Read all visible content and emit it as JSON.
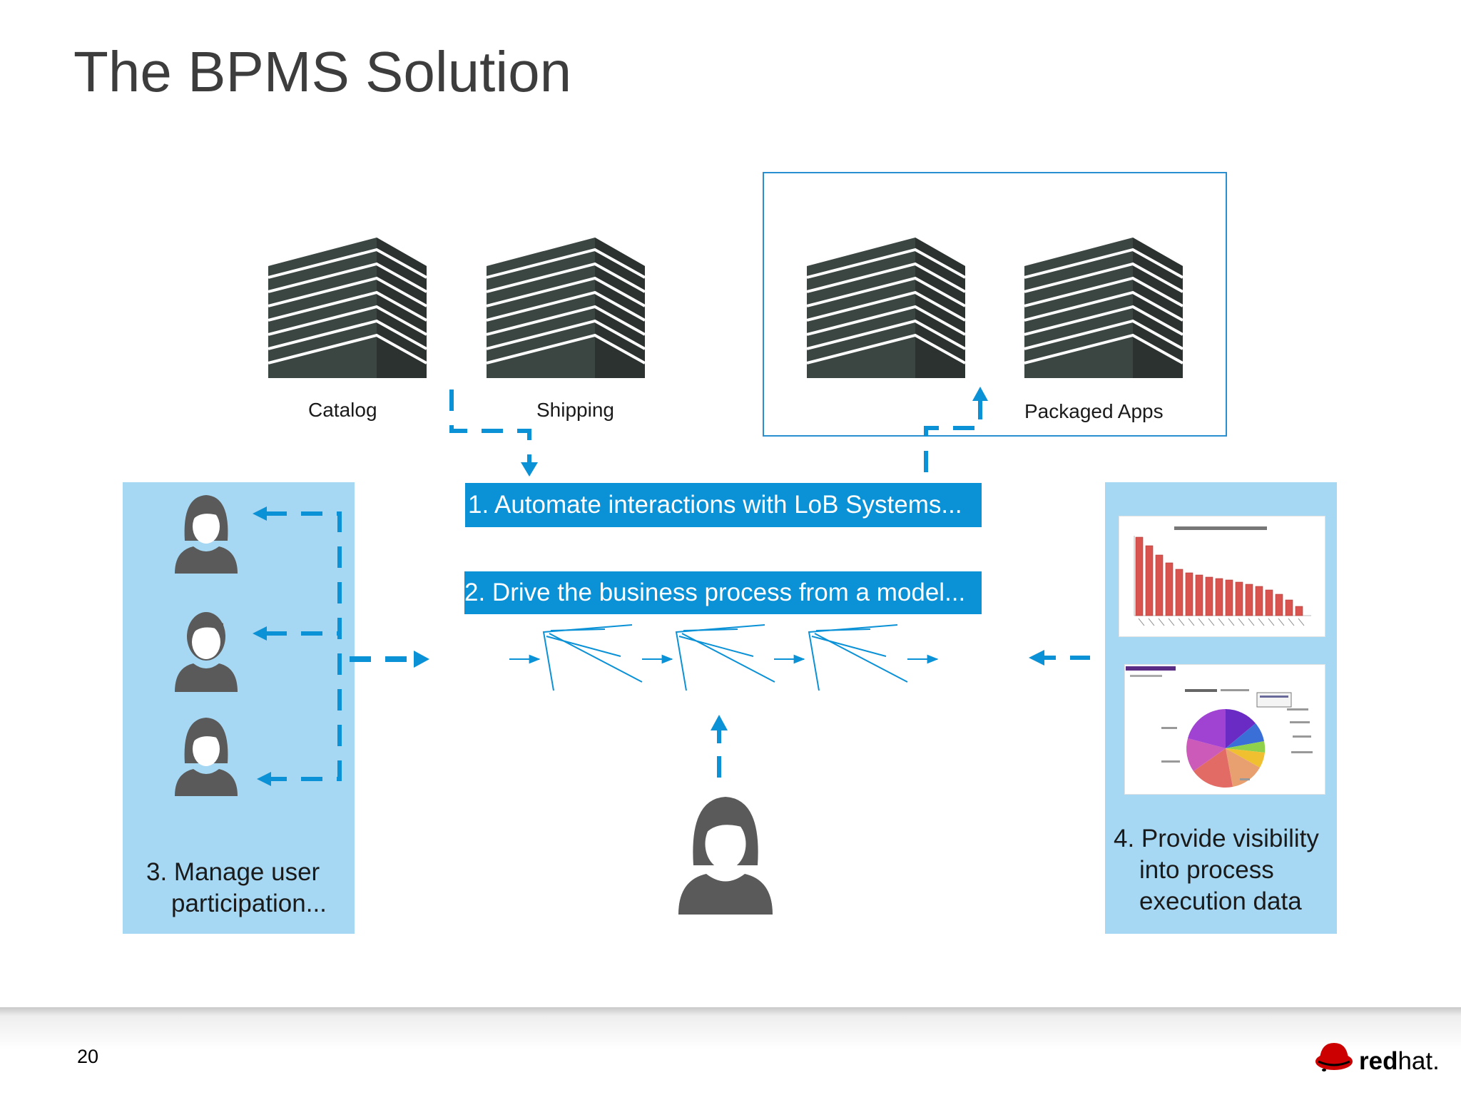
{
  "slide": {
    "title": "The BPMS Solution",
    "page_number": "20",
    "brand": {
      "bold": "red",
      "regular": "hat."
    }
  },
  "systems": [
    {
      "label": "Catalog"
    },
    {
      "label": "Shipping"
    },
    {
      "label": "Packaged Apps"
    }
  ],
  "steps": {
    "automate": "1. Automate interactions with LoB Systems...",
    "drive": "2. Drive the business process from a model...",
    "manage_line1": "3. Manage user",
    "manage_line2": "participation...",
    "visibility_line1": "4. Provide visibility",
    "visibility_line2": "into process",
    "visibility_line3": "execution data"
  },
  "icons": {
    "building": "building-icon",
    "person": "person-icon",
    "chart": "bar-chart-thumbnail",
    "pie": "pie-chart-thumbnail",
    "logo": "redhat-logo-icon"
  },
  "colors": {
    "accent": "#0a91d6",
    "panel": "#a7d8f3",
    "building": "#3b4541",
    "person": "#5a5a5a",
    "bars": "#d9534f"
  }
}
